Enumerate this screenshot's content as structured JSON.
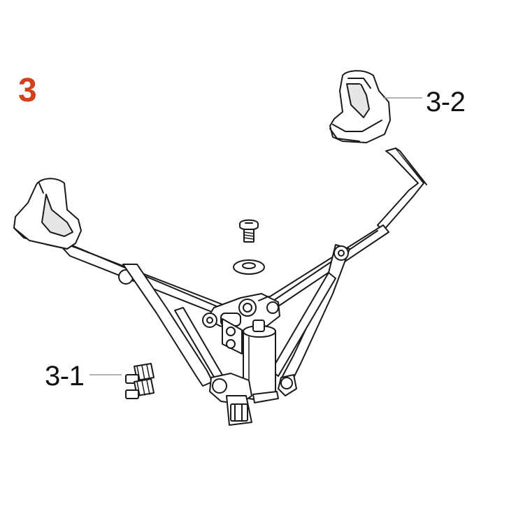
{
  "figure": {
    "number": "3",
    "number_color": "#d2401c"
  },
  "callouts": [
    {
      "label": "3-2"
    },
    {
      "label": "3-1"
    }
  ],
  "colors": {
    "stroke": "#1a1a1a",
    "fill": "#ffffff",
    "shade": "#e6e6e6",
    "leader": "#9a9a9a"
  }
}
